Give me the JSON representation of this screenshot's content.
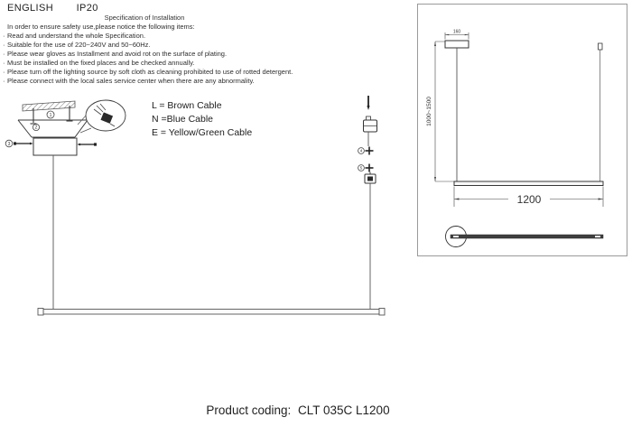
{
  "header": {
    "language": "ENGLISH",
    "rating": "IP20"
  },
  "specification": {
    "title": "Specification of Installation",
    "intro": "In order to ensure safety use,please notice the following items:",
    "bullet": "·",
    "items": [
      "Read and understand the whole Specification.",
      "Suitable for the use of 220~240V and 50~60Hz.",
      "Please wear gloves as Installment and avoid rot on the surface of plating.",
      "Must be installed on the fixed places and be checked annually.",
      "Please turn off the lighting source by soft cloth as cleaning prohibited to use of rotted detergent.",
      "Please connect with the local sales service center when there are any abnormality."
    ]
  },
  "cable_legend": {
    "lines": [
      "L = Brown Cable",
      "N =Blue Cable",
      "E = Yellow/Green Cable"
    ]
  },
  "diagram": {
    "callouts": {
      "c1": "1",
      "c2": "2",
      "c3": "3",
      "c4": "4",
      "c5": "5"
    }
  },
  "dimensions": {
    "canopy_width": "160",
    "suspension_height": "1000~1500",
    "bar_length": "1200"
  },
  "footer": {
    "label": "Product coding:",
    "code": "CLT 035C L1200"
  },
  "colors": {
    "line": "#3a3a3a",
    "box_border": "#9a9a9a",
    "rod_fill": "#3f3f3f"
  }
}
